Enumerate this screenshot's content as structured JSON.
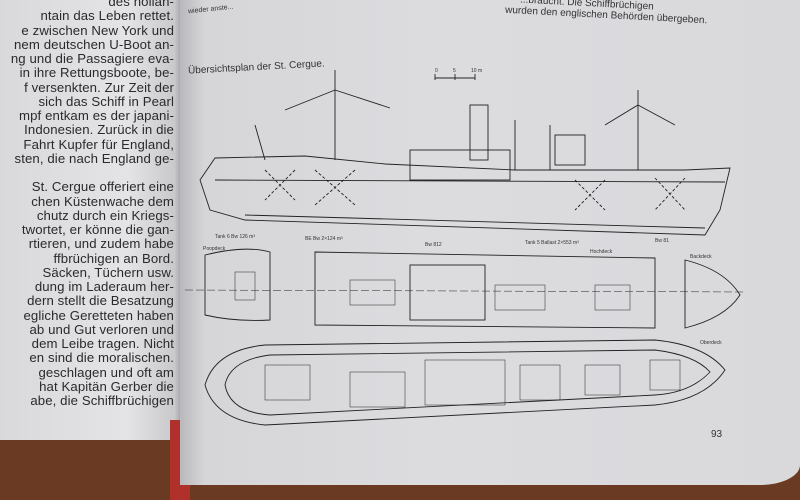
{
  "left_page": {
    "lines": [
      "des hollän-",
      "ntain das Leben rettet.",
      "e zwischen New York und",
      "nem deutschen U-Boot an-",
      "ng und die Passagiere eva-",
      "in ihre Rettungsboote, be-",
      "f versenkten. Zur Zeit der",
      "sich das Schiff in Pearl",
      "mpf entkam es der japani-",
      "Indonesien. Zurück in die",
      "Fahrt Kupfer für England,",
      "sten, die nach England ge-",
      "",
      "St. Cergue offeriert eine",
      "chen Küstenwache dem",
      "chutz durch ein Kriegs-",
      "twortet, er könne die gan-",
      "rtieren, und zudem habe",
      "ffbrüchigen an Bord.",
      "Säcken, Tüchern usw.",
      "dung im Laderaum her-",
      "dern stellt die Besatzung",
      "egliche Geretteten haben",
      "ab und Gut verloren und",
      "dem Leibe tragen. Nicht",
      "en sind die moralischen.",
      "geschlagen und oft am",
      "hat Kapitän Gerber die",
      "abe, die Schiffbrüchigen"
    ]
  },
  "right_page": {
    "top_left_text": "wieder anste...",
    "top_text_line1": "...braucht. Die Schiffbrüchigen",
    "top_text_line2": "wurden den englischen Behörden übergeben.",
    "caption": "Übersichtsplan der St. Cergue.",
    "scale_labels": [
      "0",
      "5",
      "10 m"
    ],
    "tank_labels": [
      "Tank 6  Bw 126 m³",
      "BE Bw  2×124 m³",
      "Bw 812",
      "Tank 5 Ballast  2×553 m³",
      "Bw 81"
    ],
    "deck_labels": [
      "Poopdeck",
      "Hochdeck",
      "Backdeck",
      "Oberdeck"
    ],
    "page_number": "93"
  }
}
